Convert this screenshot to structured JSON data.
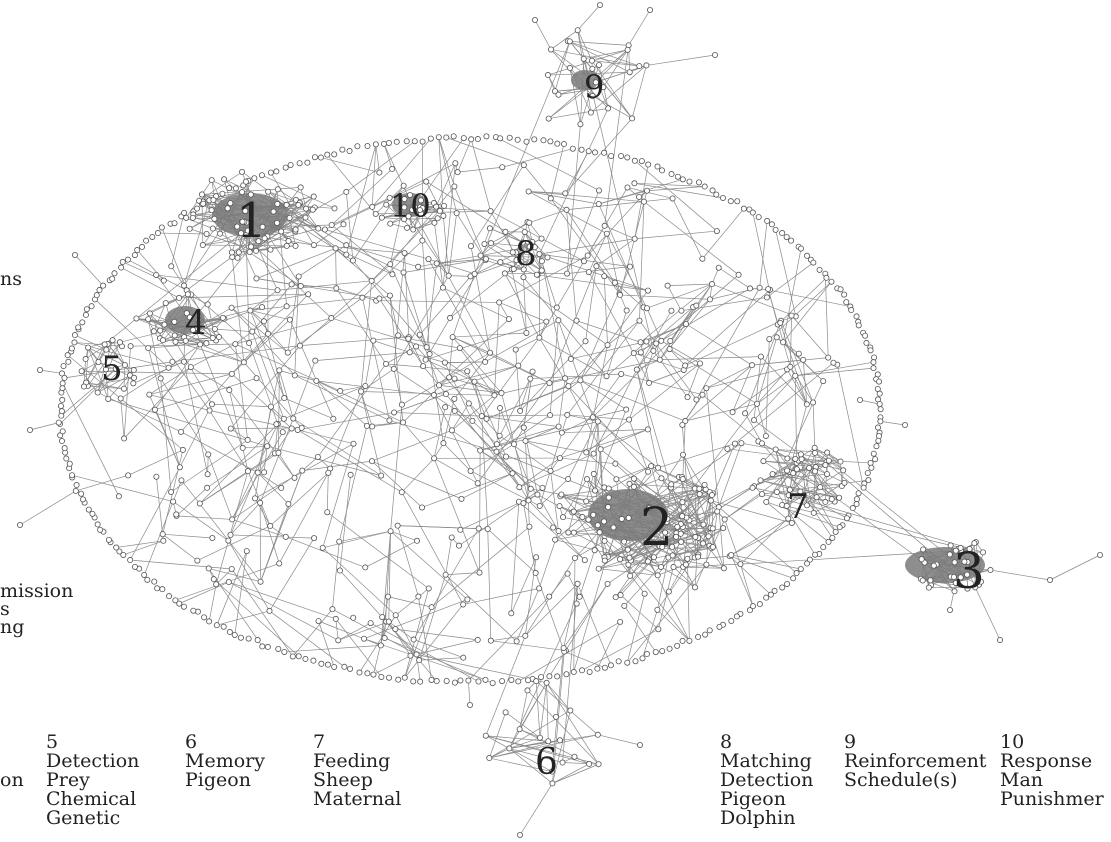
{
  "clusters": [
    {
      "label": "1"
    },
    {
      "label": "2"
    },
    {
      "label": "3"
    },
    {
      "label": "4"
    },
    {
      "label": "5"
    },
    {
      "label": "6"
    },
    {
      "label": "7"
    },
    {
      "label": "8"
    },
    {
      "label": "9"
    },
    {
      "label": "10"
    }
  ],
  "side_fragments": [
    "ns",
    "mission",
    "s",
    "ng",
    "on"
  ],
  "legend": [
    {
      "num": "5",
      "terms": [
        "Detection",
        "Prey",
        "Chemical",
        "Genetic"
      ]
    },
    {
      "num": "6",
      "terms": [
        "Memory",
        "Pigeon"
      ]
    },
    {
      "num": "7",
      "terms": [
        "Feeding",
        "Sheep",
        "Maternal"
      ]
    },
    {
      "num": "8",
      "terms": [
        "Matching",
        "Detection",
        "Pigeon",
        "Dolphin"
      ]
    },
    {
      "num": "9",
      "terms": [
        "Reinforcement",
        "Schedule(s)"
      ]
    },
    {
      "num": "10",
      "terms": [
        "Response",
        "Man",
        "Punishmer"
      ]
    }
  ],
  "colors": {
    "edge": "#8a8a8a",
    "node_stroke": "#555555",
    "node_fill": "#ffffff",
    "hub_fill": "#7a7a7a",
    "text": "#222222"
  }
}
